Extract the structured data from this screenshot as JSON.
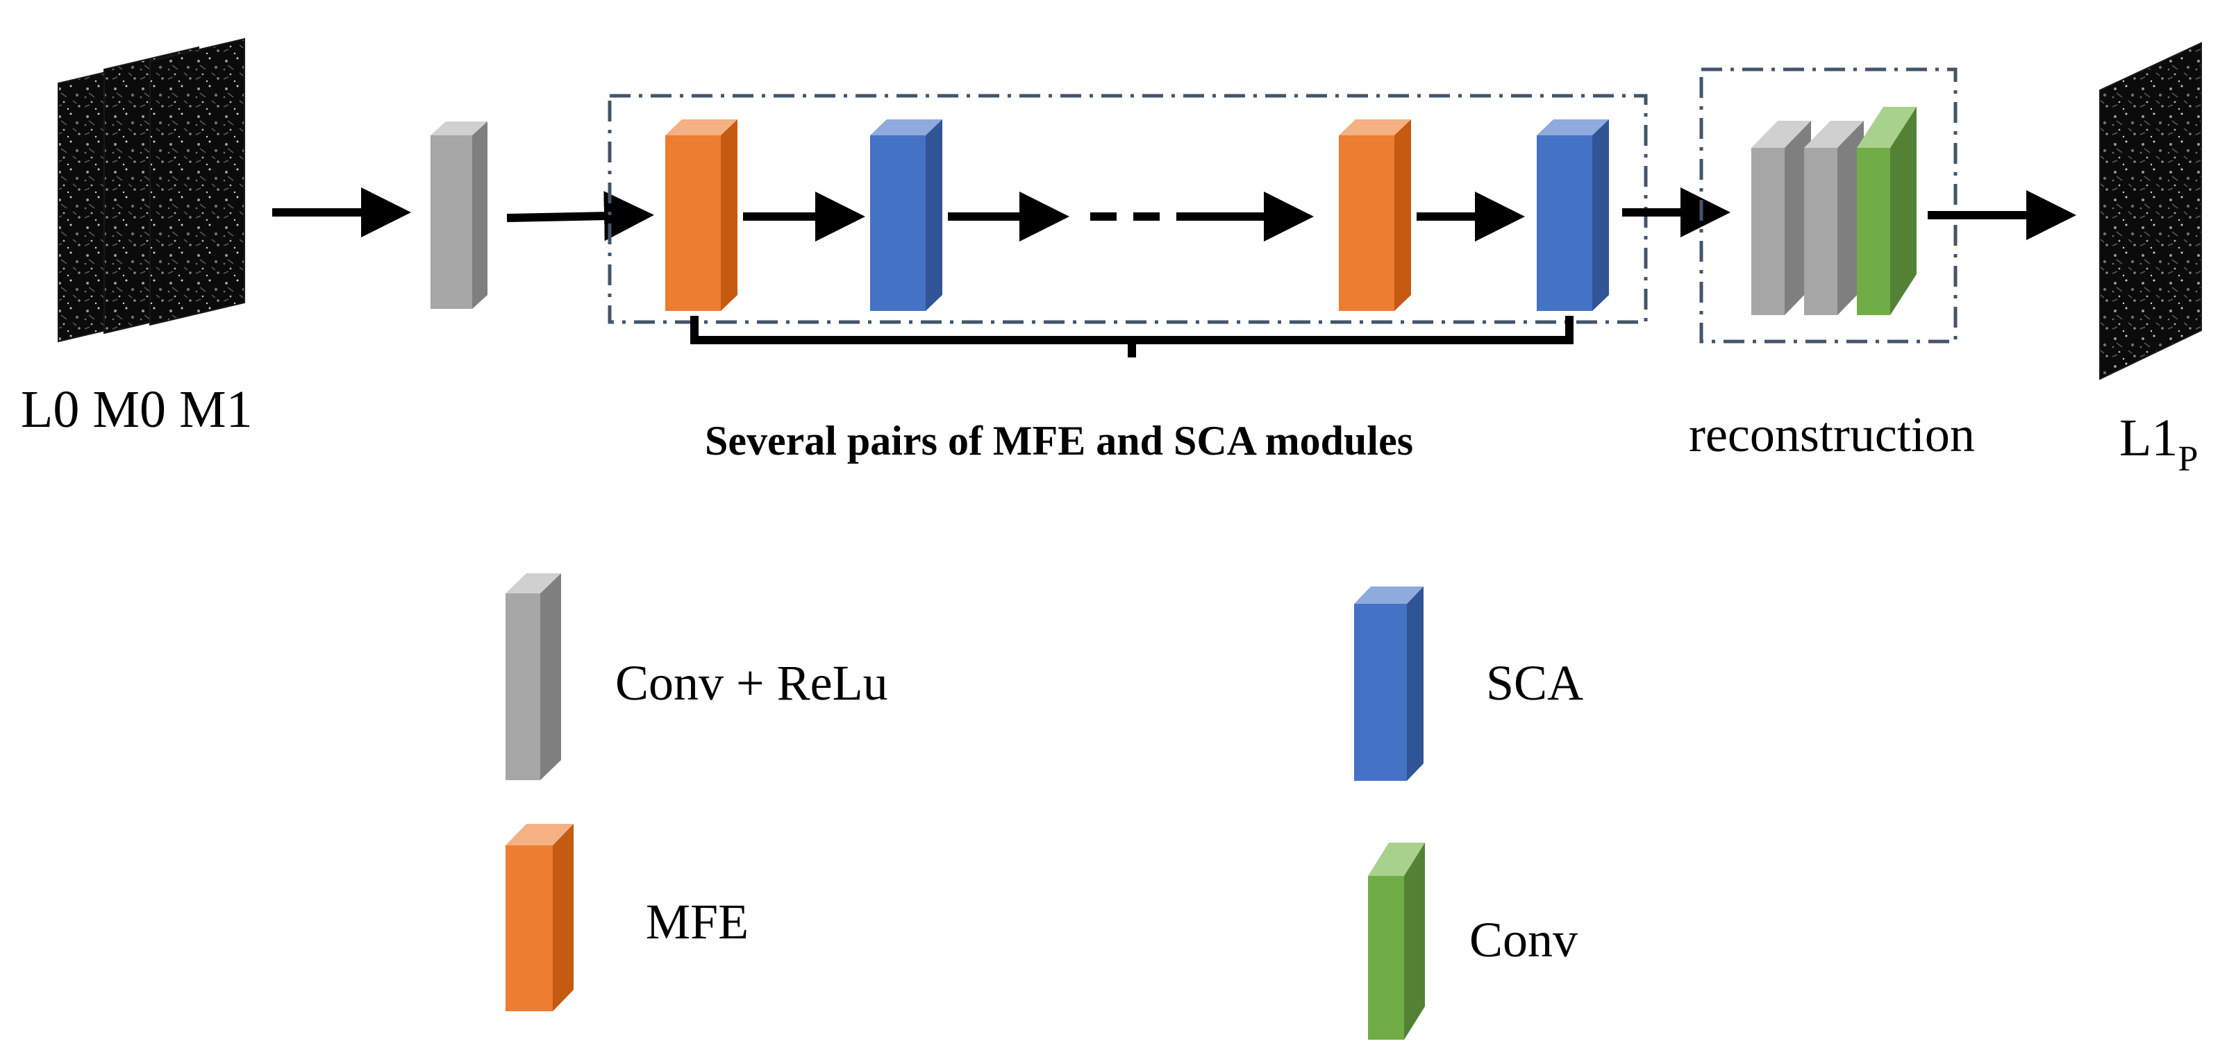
{
  "input_label": "L0 M0 M1",
  "output_label": {
    "main": "L1",
    "subscript": "P"
  },
  "group_caption": "Several pairs of MFE and SCA modules",
  "reconstruction_label": "reconstruction",
  "legend": [
    {
      "label": "Conv + ReLu",
      "color": "#a6a6a6",
      "icon": "gray-block-icon"
    },
    {
      "label": "SCA",
      "color": "#4472c4",
      "icon": "blue-block-icon"
    },
    {
      "label": "MFE",
      "color": "#ed7d31",
      "icon": "orange-block-icon"
    },
    {
      "label": "Conv",
      "color": "#70ad47",
      "icon": "green-block-icon"
    }
  ],
  "colors": {
    "conv_relu": "#a6a6a6",
    "sca": "#4472c4",
    "mfe": "#ed7d31",
    "conv": "#70ad47",
    "dashed_box": "#44546a"
  }
}
